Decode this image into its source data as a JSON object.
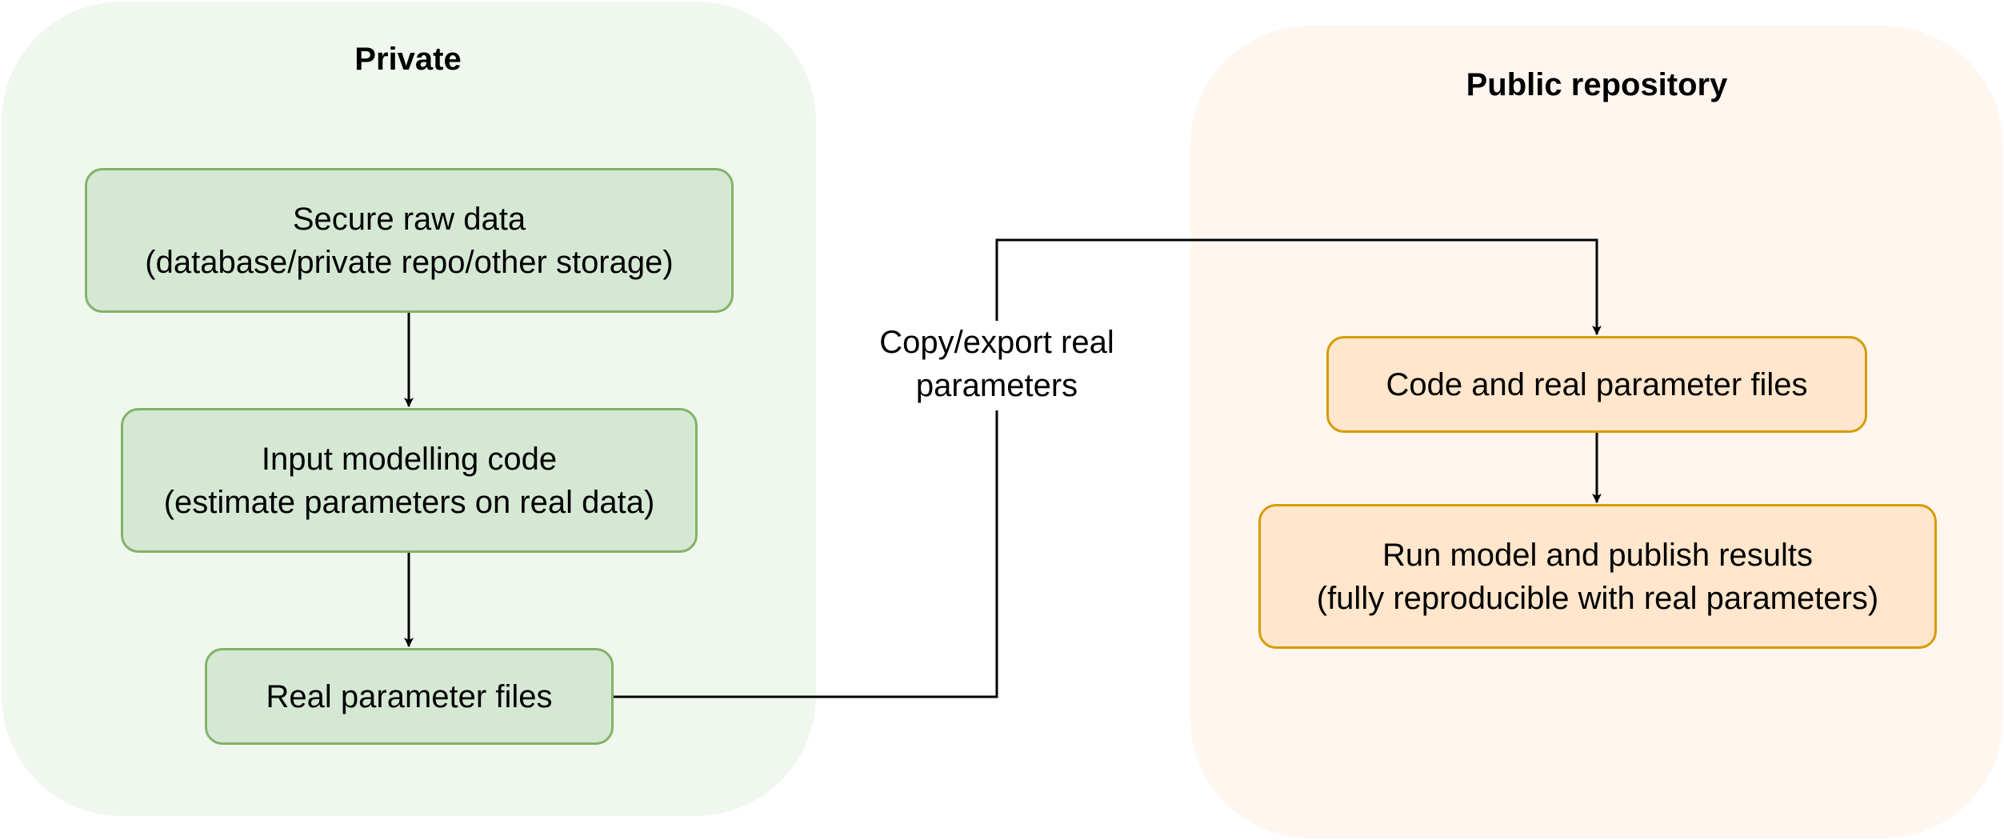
{
  "regions": {
    "private": {
      "title": "Private"
    },
    "public": {
      "title": "Public repository"
    }
  },
  "nodes": {
    "secure_raw_data": {
      "line1": "Secure raw data",
      "line2": "(database/private repo/other storage)"
    },
    "input_modelling_code": {
      "line1": "Input modelling code",
      "line2": "(estimate parameters on real data)"
    },
    "real_parameter_files": {
      "line1": "Real parameter files"
    },
    "code_and_real_parameter_files": {
      "line1": "Code and real parameter files"
    },
    "run_model_publish": {
      "line1": "Run model and publish results",
      "line2": "(fully reproducible with real parameters)"
    }
  },
  "edges": {
    "export_label": {
      "line1": "Copy/export real",
      "line2": "parameters"
    }
  },
  "colors": {
    "private_region": "#f0f7ef",
    "public_region": "#fff6f0",
    "green_fill": "#d5e8d4",
    "green_stroke": "#82b366",
    "orange_fill": "#ffe6cc",
    "orange_stroke": "#d79b00",
    "line": "#000000"
  }
}
